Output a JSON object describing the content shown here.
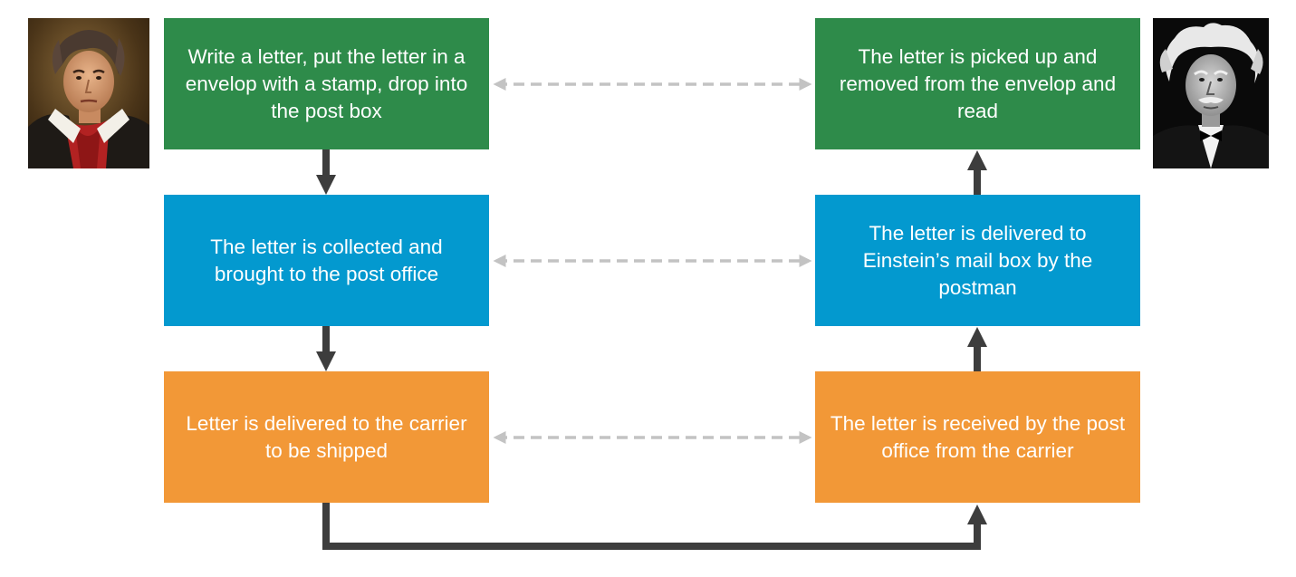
{
  "colors": {
    "green": "#2e8b4a",
    "blue": "#0399cf",
    "orange": "#f29837",
    "flow_arrow": "#3d3d3d",
    "dashed_arrow": "#c3c3c3"
  },
  "sender": {
    "portrait_icon": "beethoven-portrait",
    "steps": [
      "Write a letter, put the letter in a envelop with a stamp, drop into the post box",
      "The letter is collected and brought to the post office",
      "Letter is delivered to the carrier to be shipped"
    ]
  },
  "receiver": {
    "portrait_icon": "einstein-portrait",
    "steps": [
      "The letter is picked up and removed from the envelop and read",
      "The letter is delivered to Einstein’s mail box by the postman",
      "The letter is received by the post office from the carrier"
    ]
  }
}
